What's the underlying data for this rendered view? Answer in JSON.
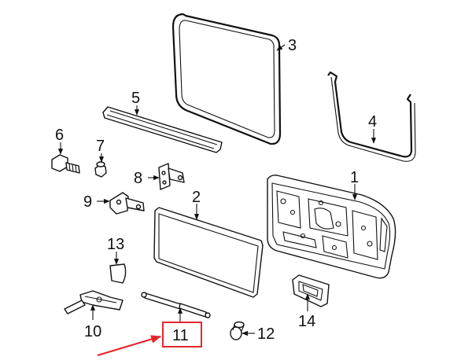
{
  "callouts": {
    "c1": "1",
    "c2": "2",
    "c3": "3",
    "c4": "4",
    "c5": "5",
    "c6": "6",
    "c7": "7",
    "c8": "8",
    "c9": "9",
    "c10": "10",
    "c11": "11",
    "c12": "12",
    "c13": "13",
    "c14": "14"
  },
  "highlight": {
    "callout": "11",
    "color": "#e3262d"
  }
}
